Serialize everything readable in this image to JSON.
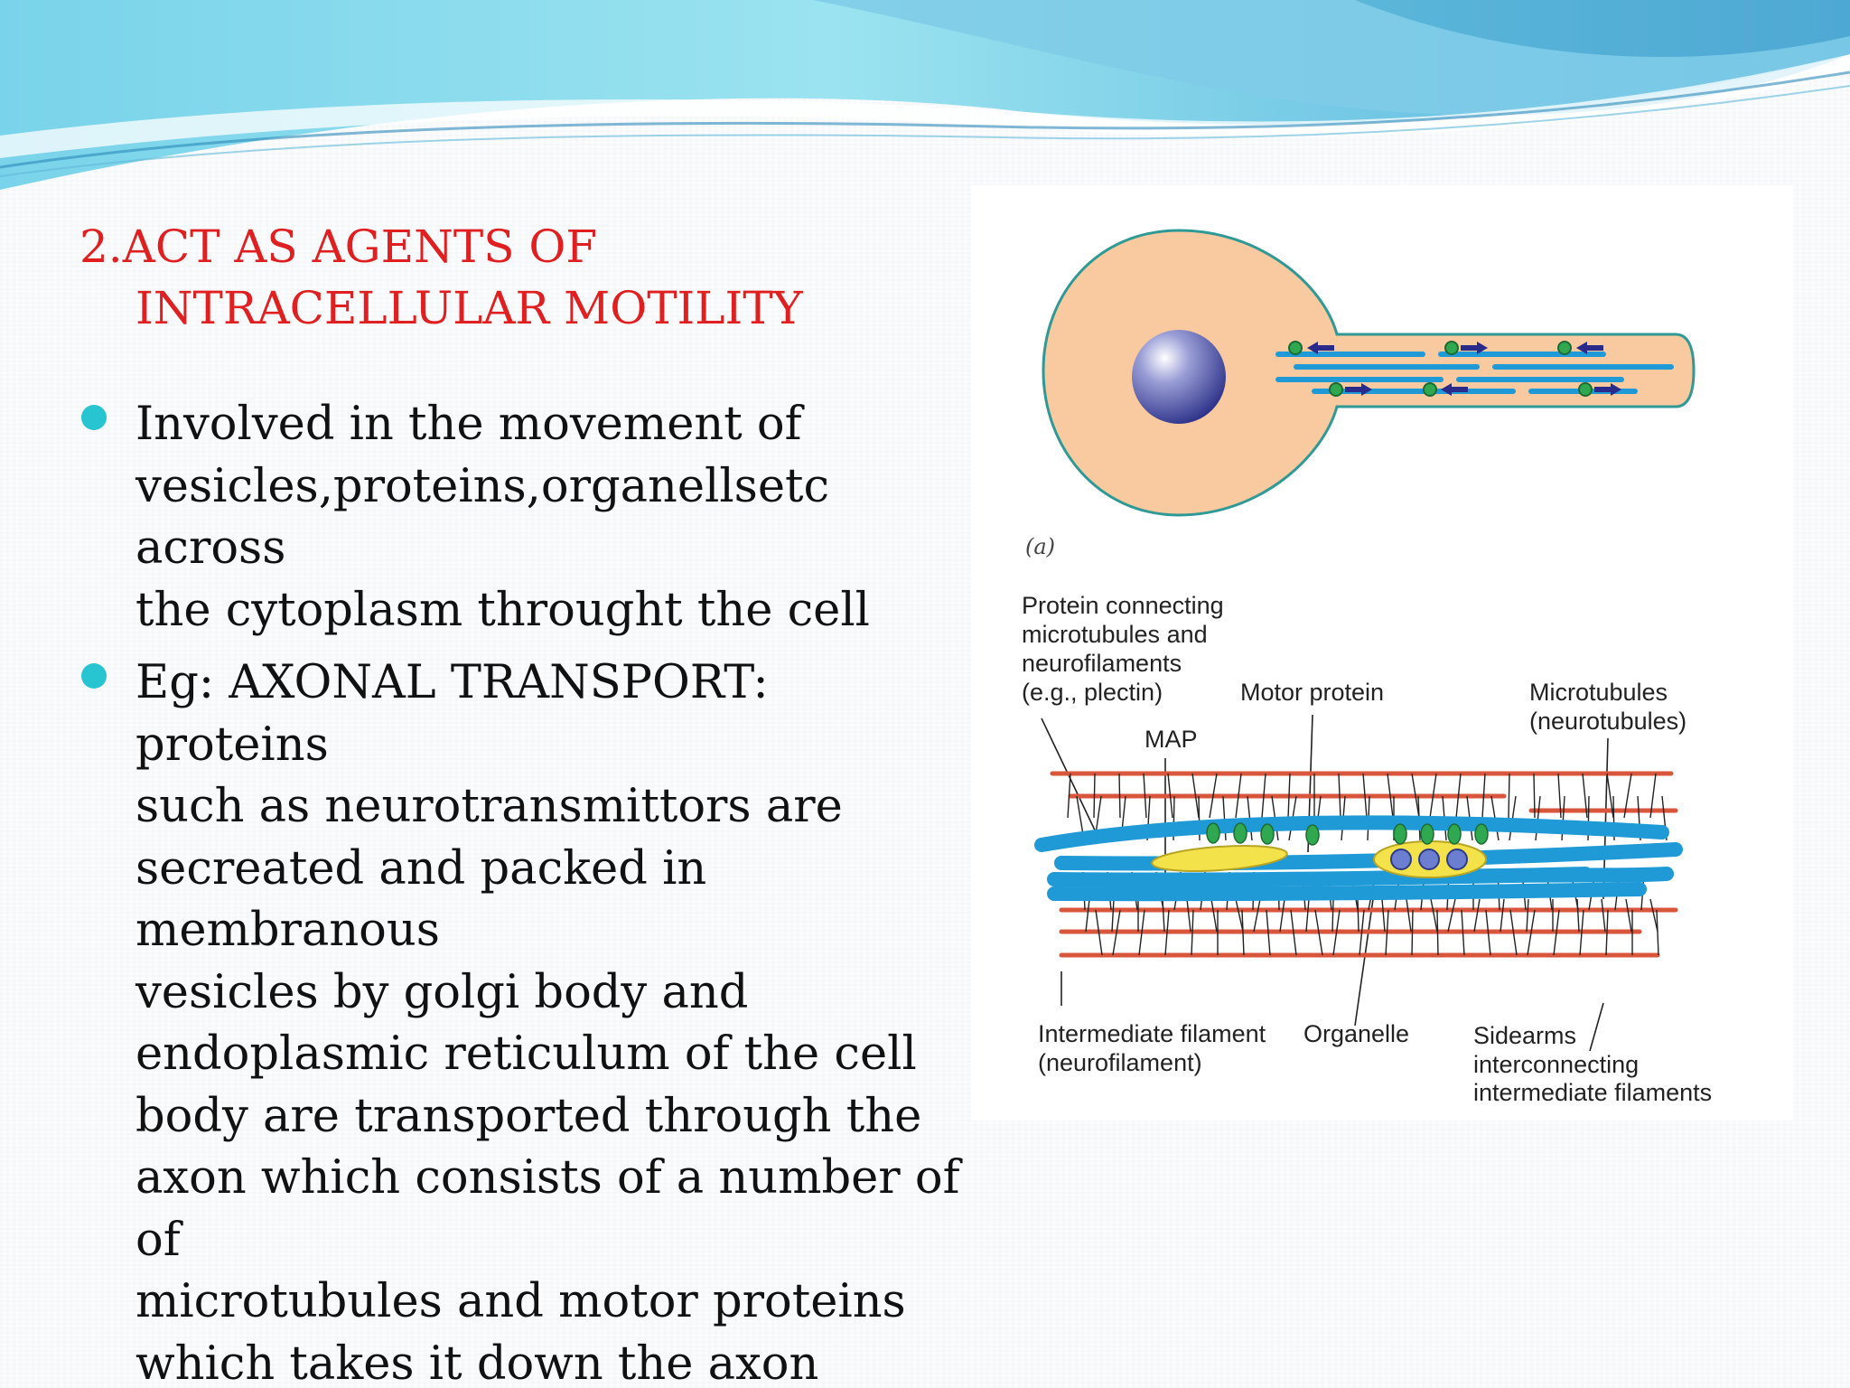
{
  "title": {
    "line1": "2.ACT AS AGENTS OF",
    "line2": "INTRACELLULAR MOTILITY"
  },
  "bullets": [
    {
      "text": "Involved in the movement of\nvesicles,proteins,organellsetc across\nthe cytoplasm throught the cell"
    },
    {
      "text": "Eg: AXONAL TRANSPORT: proteins\nsuch as neurotransmittors are\nsecreated and packed in membranous\nvesicles by golgi body and\nendoplasmic reticulum of the cell\nbody are transported through the\naxon which consists of a number of of\nmicrotubules and motor proteins\nwhich takes it down the axon"
    }
  ],
  "figure": {
    "panel_label": "(a)",
    "labels": {
      "protein_connecting": [
        "Protein connecting",
        "microtubules and",
        "neurofilaments",
        "(e.g., plectin)"
      ],
      "motor_protein": "Motor protein",
      "microtubules": [
        "Microtubules",
        "(neurotubules)"
      ],
      "map": "MAP",
      "intermediate_filament": [
        "Intermediate filament",
        "(neurofilament)"
      ],
      "organelle": "Organelle",
      "sidearms": [
        "Sidearms",
        "interconnecting",
        "intermediate filaments"
      ]
    }
  },
  "colors": {
    "title": "#e02020",
    "bullet_dot": "#27c5d2",
    "cell_body": "#f9c9a0",
    "microtubule": "#1f9ad6",
    "neurofilament": "#d9553b",
    "organelle": "#f4e24a",
    "motor": "#2fa84f"
  }
}
